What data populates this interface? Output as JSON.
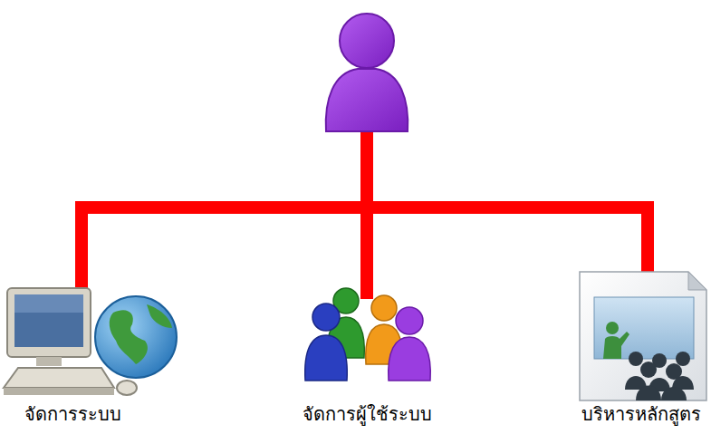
{
  "diagram": {
    "nodes": [
      {
        "text": [
          "จัดการระบบ"
        ]
      },
      {
        "text": [
          "จัดการผู้ใช้ระบบ"
        ]
      },
      {
        "text": [
          "บริหารหลักสูตร"
        ]
      }
    ]
  }
}
